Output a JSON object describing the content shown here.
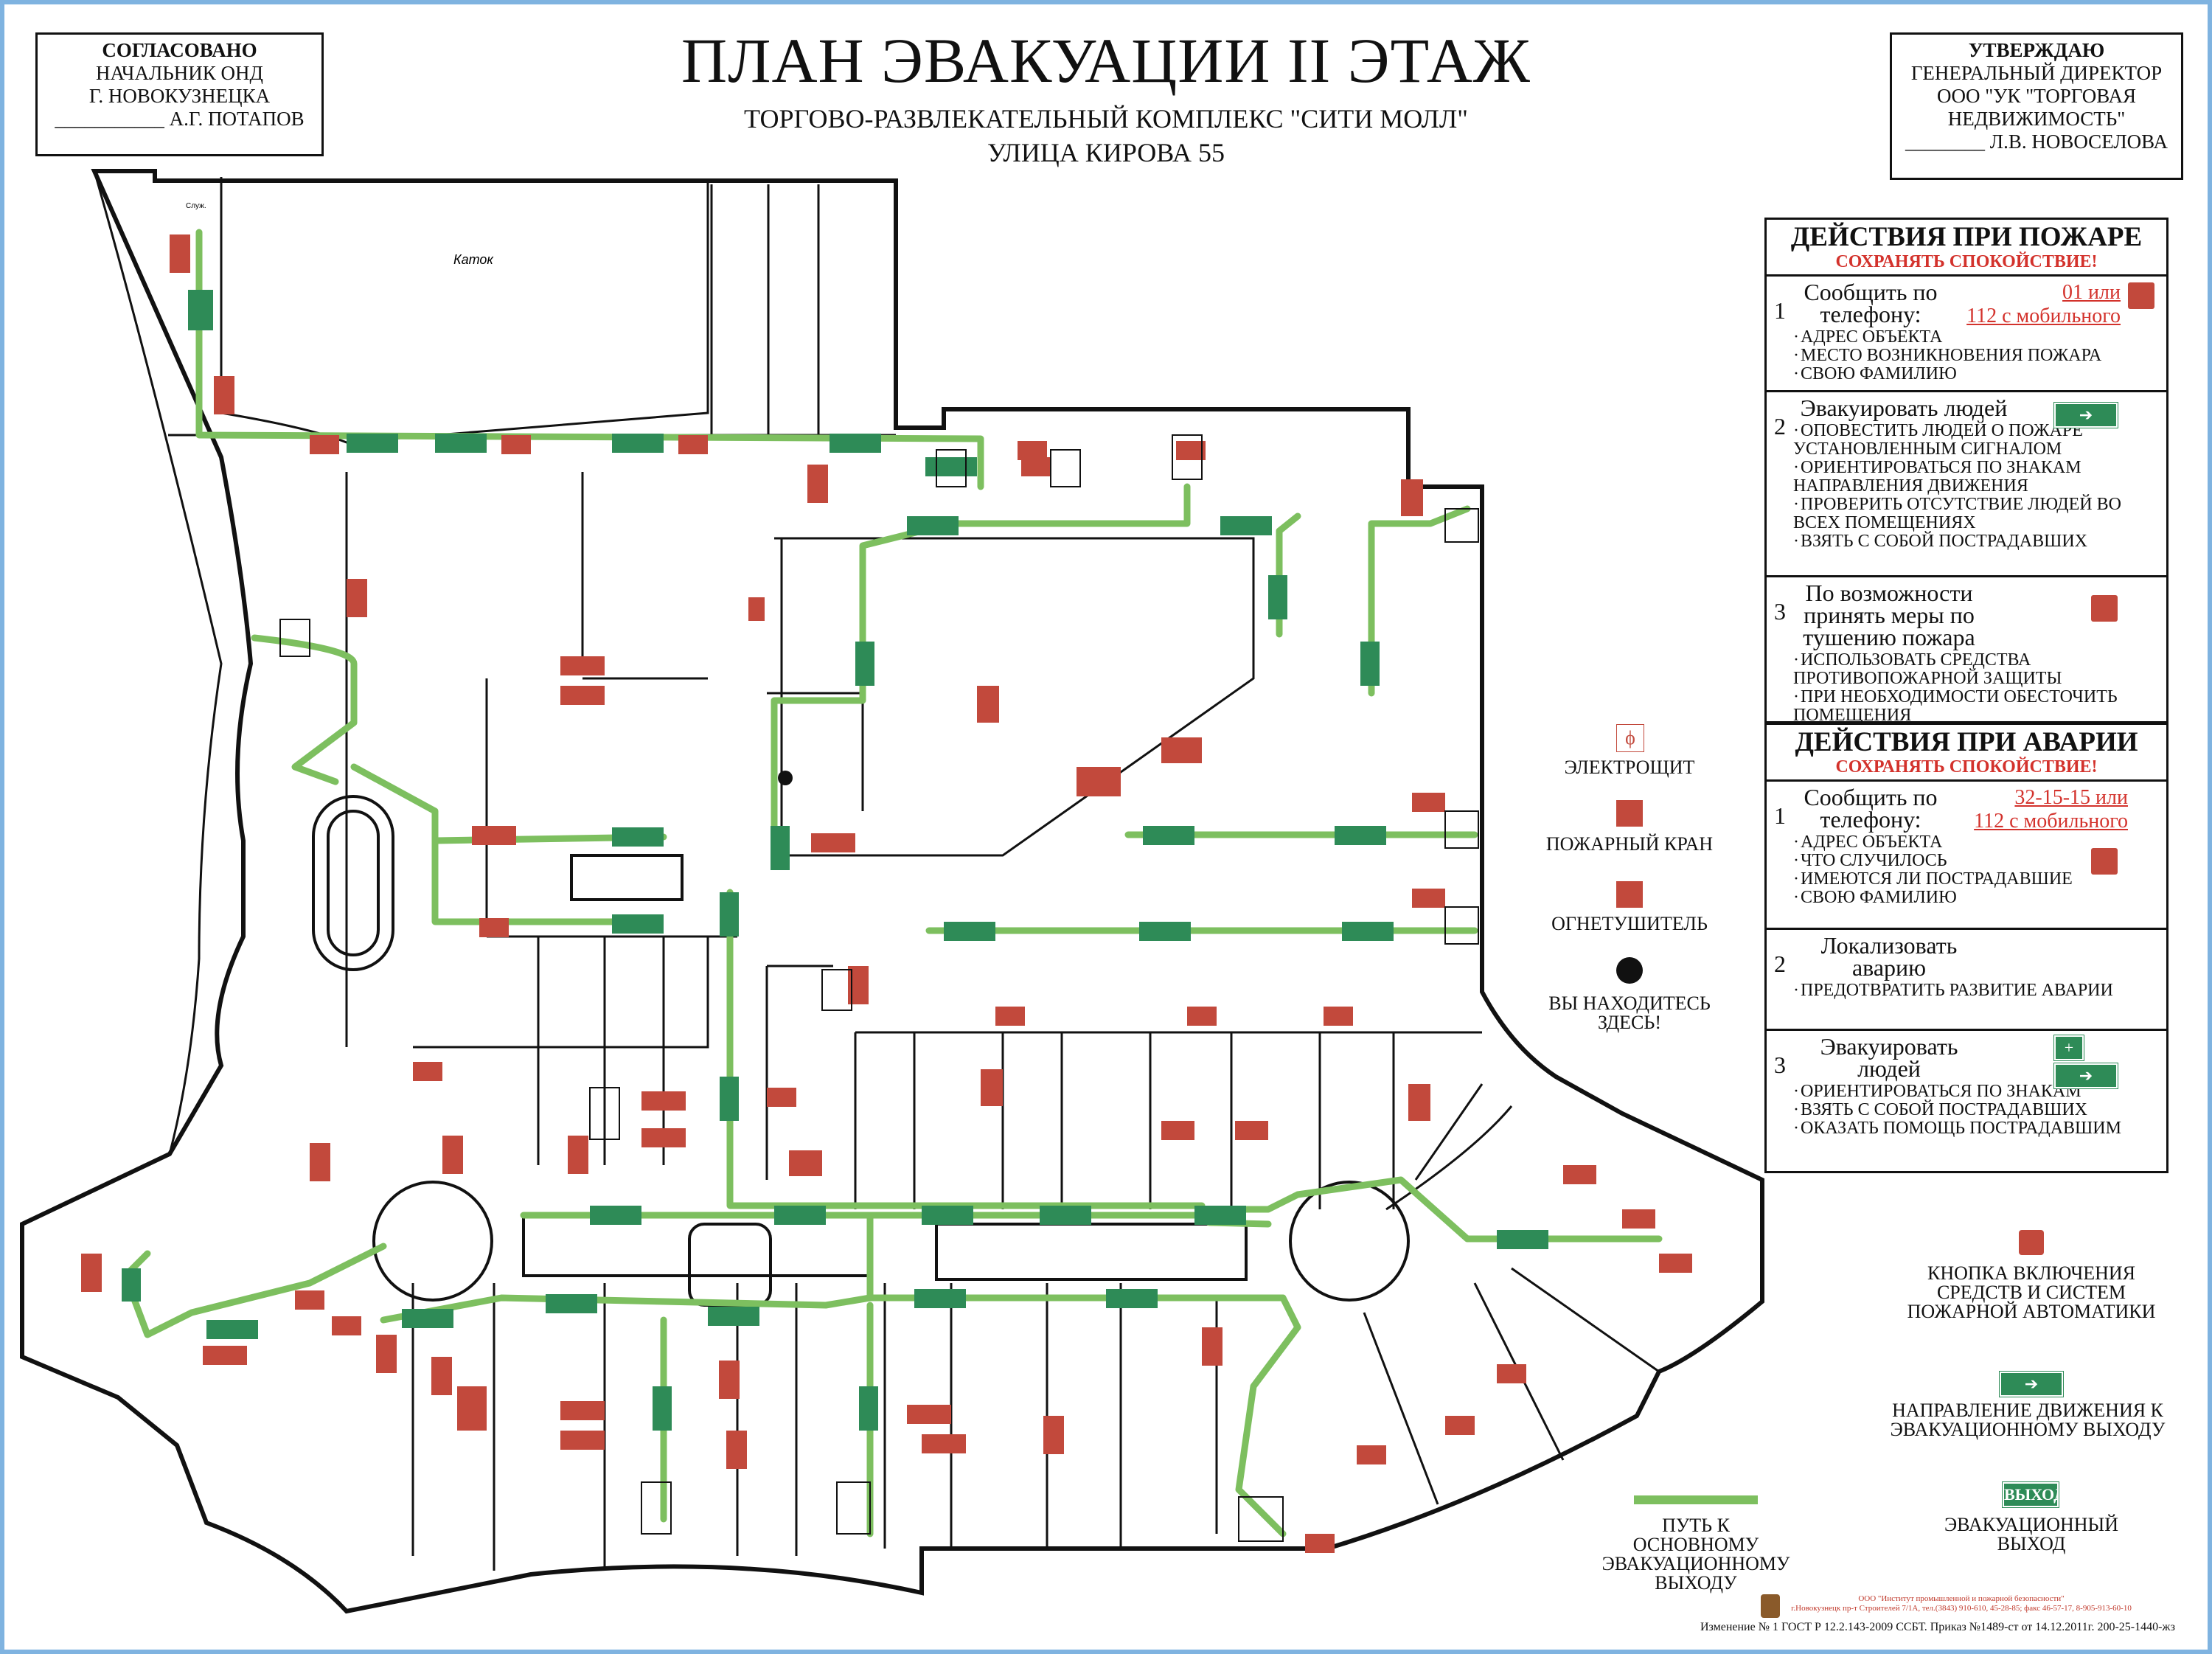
{
  "title": "ПЛАН ЭВАКУАЦИИ II ЭТАЖ",
  "subtitle": "ТОРГОВО-РАЗВЛЕКАТЕЛЬНЫЙ КОМПЛЕКС \"СИТИ МОЛЛ\"",
  "address": "УЛИЦА КИРОВА 55",
  "approval_left": {
    "heading": "СОГЛАСОВАНО",
    "line1": "НАЧАЛЬНИК ОНД",
    "line2": "Г. НОВОКУЗНЕЦКА",
    "signature": "___________ А.Г. ПОТАПОВ"
  },
  "approval_right": {
    "heading": "УТВЕРЖДАЮ",
    "line1": "ГЕНЕРАЛЬНЫЙ ДИРЕКТОР",
    "line2": "ООО \"УК \"ТОРГОВАЯ",
    "line3": "НЕДВИЖИМОСТЬ\"",
    "signature": "________ Л.В. НОВОСЕЛОВА"
  },
  "plan_labels": {
    "rink": "Каток",
    "small": "Служ."
  },
  "fire_actions": {
    "heading": "ДЕЙСТВИЯ ПРИ ПОЖАРЕ",
    "calm": "СОХРАНЯТЬ СПОКОЙСТВИЕ!",
    "step1": {
      "num": "1",
      "text": "Сообщить по телефону:",
      "phone1": "01 или",
      "phone2": "112 с мобильного",
      "items": [
        "АДРЕС ОБЪЕКТА",
        "МЕСТО ВОЗНИКНОВЕНИЯ ПОЖАРА",
        "СВОЮ ФАМИЛИЮ"
      ]
    },
    "step2": {
      "num": "2",
      "text": "Эвакуировать людей",
      "items": [
        "ОПОВЕСТИТЬ ЛЮДЕЙ О ПОЖАРЕ УСТАНОВЛЕННЫМ СИГНАЛОМ",
        "ОРИЕНТИРОВАТЬСЯ ПО ЗНАКАМ НАПРАВЛЕНИЯ ДВИЖЕНИЯ",
        "ПРОВЕРИТЬ ОТСУТСТВИЕ ЛЮДЕЙ ВО ВСЕХ ПОМЕЩЕНИЯХ",
        "ВЗЯТЬ С СОБОЙ ПОСТРАДАВШИХ"
      ]
    },
    "step3": {
      "num": "3",
      "text": "По возможности принять меры по тушению пожара",
      "items": [
        "ИСПОЛЬЗОВАТЬ СРЕДСТВА ПРОТИВОПОЖАРНОЙ ЗАЩИТЫ",
        "ПРИ НЕОБХОДИМОСТИ ОБЕСТОЧИТЬ ПОМЕЩЕНИЯ"
      ]
    }
  },
  "accident_actions": {
    "heading": "ДЕЙСТВИЯ ПРИ АВАРИИ",
    "calm": "СОХРАНЯТЬ СПОКОЙСТВИЕ!",
    "step1": {
      "num": "1",
      "text": "Сообщить по телефону:",
      "phone1": "32-15-15 или",
      "phone2": "112 с мобильного",
      "items": [
        "АДРЕС ОБЪЕКТА",
        "ЧТО СЛУЧИЛОСЬ",
        "ИМЕЮТСЯ ЛИ ПОСТРАДАВШИЕ",
        "СВОЮ ФАМИЛИЮ"
      ]
    },
    "step2": {
      "num": "2",
      "text": "Локализовать аварию",
      "items": [
        "ПРЕДОТВРАТИТЬ РАЗВИТИЕ АВАРИИ"
      ]
    },
    "step3": {
      "num": "3",
      "text": "Эвакуировать людей",
      "items": [
        "ОРИЕНТИРОВАТЬСЯ ПО ЗНАКАМ",
        "ВЗЯТЬ С СОБОЙ ПОСТРАДАВШИХ",
        "ОКАЗАТЬ ПОМОЩЬ ПОСТРАДАВШИМ"
      ]
    }
  },
  "legend": {
    "electric_panel": "ЭЛЕКТРОЩИТ",
    "fire_hydrant": "ПОЖАРНЫЙ КРАН",
    "extinguisher": "ОГНЕТУШИТЕЛЬ",
    "you_are_here": "ВЫ НАХОДИТЕСЬ ЗДЕСЬ!",
    "alarm_button": "КНОПКА ВКЛЮЧЕНИЯ СРЕДСТВ И СИСТЕМ ПОЖАРНОЙ АВТОМАТИКИ",
    "direction": "НАПРАВЛЕНИЕ ДВИЖЕНИЯ К ЭВАКУАЦИОННОМУ ВЫХОДУ",
    "main_path": "ПУТЬ К ОСНОВНОМУ ЭВАКУАЦИОННОМУ ВЫХОДУ",
    "exit_sign_text": "ВЫХОД",
    "exit": "ЭВАКУАЦИОННЫЙ ВЫХОД"
  },
  "footer": {
    "org_line1": "ООО \"Институт промышленной и пожарной безопасности\"",
    "org_line2": "г.Новокузнецк пр-т Строителей 7/1А, тел.(3843) 910-610, 45-28-85; факс 46-57-17, 8-905-913-60-10",
    "standard": "Изменение № 1 ГОСТ Р 12.2.143-2009 ССБТ. Приказ №1489-ст от 14.12.2011г. 200-25-1440-жз"
  },
  "colors": {
    "path": "#7dbf5f",
    "equipment": "#c2493c",
    "exit_sign": "#2e8b57",
    "calm_text": "#d3322c",
    "frame": "#7fb3e0"
  }
}
